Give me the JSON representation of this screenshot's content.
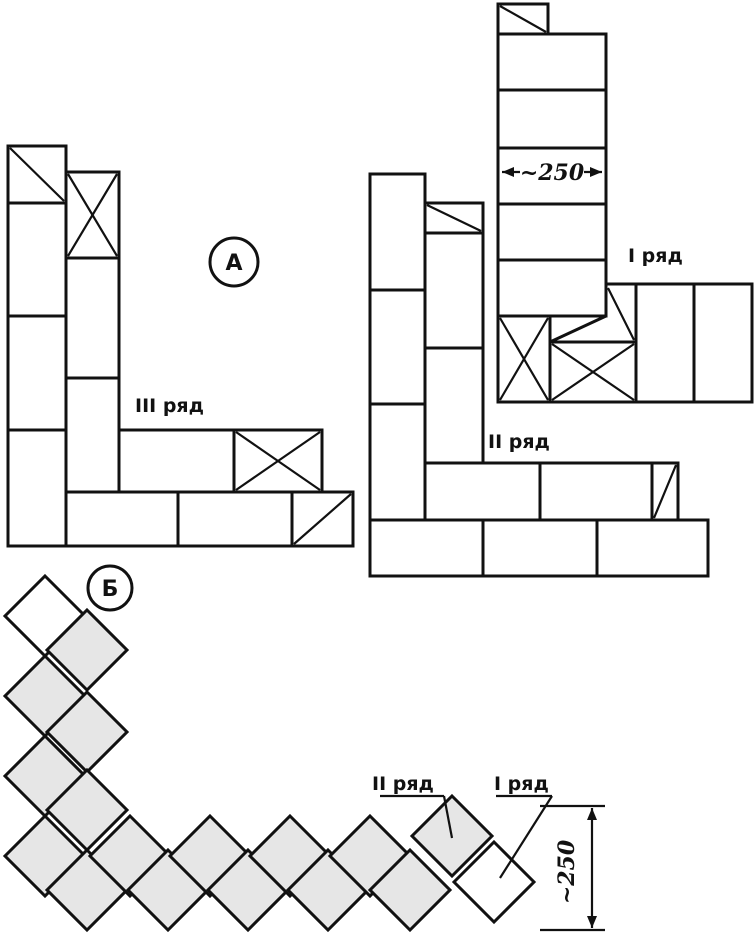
{
  "figure": {
    "label_a": "А",
    "label_b": "Б",
    "row_3_a": "III ряд",
    "row_2_a": "II ряд",
    "row_1_a": "I ряд",
    "dim_250_a": "~250",
    "row_2_b": "II ряд",
    "row_1_b": "I ряд",
    "dim_250_b": "~250"
  }
}
